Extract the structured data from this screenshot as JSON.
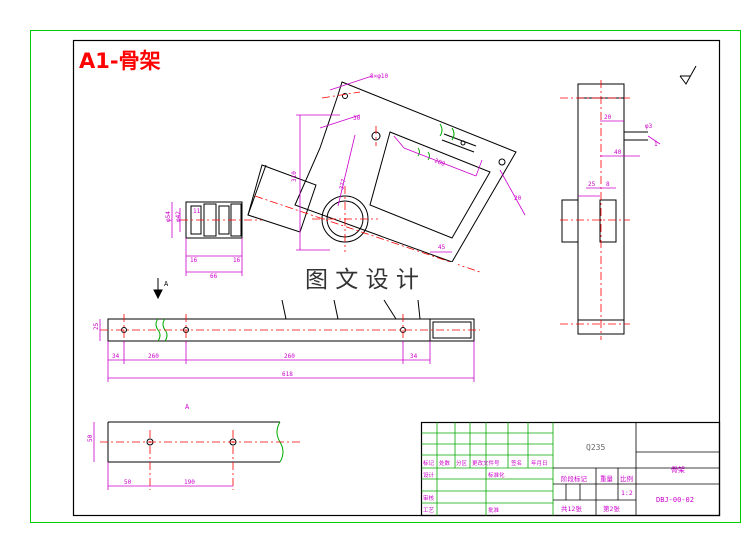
{
  "drawing": {
    "title": "A1-骨架",
    "watermark": "图 文 设 计",
    "section_label_a": "A",
    "section_label_a_arrow": "A",
    "surface_symbol": "√"
  },
  "dimensions": {
    "main_view": {
      "hole_note": "8×φ10",
      "d_30": "30",
      "d_200": "200",
      "d_310": "310",
      "d_377": "377",
      "d_45": "45",
      "d_20": "20"
    },
    "left_detail": {
      "d_54": "φ54",
      "d_42": "φ42",
      "d_11": "11",
      "d_16a": "16",
      "d_66": "66",
      "d_16b": "16"
    },
    "side_view": {
      "d_20": "20",
      "d_40": "40",
      "d_hole": "φ3",
      "d_1": "1",
      "d_25": "25",
      "d_8": "8"
    },
    "bottom_rail": {
      "d_25": "25",
      "d_34a": "34",
      "d_260a": "260",
      "d_260b": "260",
      "d_34b": "34",
      "d_618": "618"
    },
    "view_a": {
      "d_50": "50",
      "d_50w": "50",
      "d_190": "190"
    }
  },
  "title_block": {
    "material": "Q235",
    "part_name": "骨架",
    "drawing_no": "DBJ-00-02",
    "scale": "1:2",
    "sheet_total": "共12张",
    "sheet_no": "第2张",
    "header_stage": "阶段标记",
    "header_weight": "重量",
    "header_scale": "比例",
    "row_labels": [
      "标记",
      "处数",
      "分区",
      "更改文件号",
      "签名",
      "年月日"
    ],
    "standardization": "标准化",
    "designer": "设计",
    "checker": "审核",
    "process": "工艺",
    "approve": "批准"
  },
  "colors": {
    "frame": "#00cc00",
    "outline": "#000000",
    "dim": "#cc00cc",
    "center": "#ff0000",
    "hatch": "#00aa00",
    "title": "#ff0000"
  }
}
